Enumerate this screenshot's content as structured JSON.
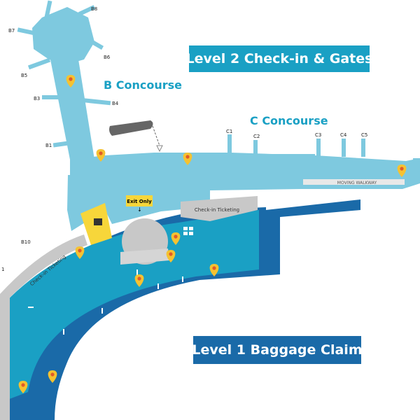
{
  "titles": {
    "level2": "Level 2 Check-in & Gates",
    "level1": "Level 1 Baggage Claim"
  },
  "concourses": {
    "b": "B Concourse",
    "c": "C Concourse"
  },
  "gates": {
    "b8": "B8",
    "b7": "B7",
    "b6": "B6",
    "b5": "B5",
    "b4": "B4",
    "b3": "B3",
    "b1": "B1",
    "b10": "B10",
    "edge": "1",
    "c1": "C1",
    "c2": "C2",
    "c3": "C3",
    "c4": "C4",
    "c5": "C5"
  },
  "labels": {
    "moving_walkway": "MOVING WALKWAY",
    "exit_only": "Exit Only",
    "checkin_ticketing_top": "Check-in Ticketing",
    "checkin_ticketing_curve": "Check-in Ticketing"
  },
  "icons": {
    "pin": "location-pin-icon",
    "down_arrow": "down-arrow-icon",
    "elevator": "elevator-icon",
    "baggage": "baggage-icon"
  },
  "colors": {
    "level2_light": "#7ec9df",
    "level2_teal": "#1aa0c4",
    "level1_dark": "#1a6aa8",
    "gray": "#c8c8c8",
    "yellow": "#f7d63a",
    "pin": "#f5c231"
  }
}
